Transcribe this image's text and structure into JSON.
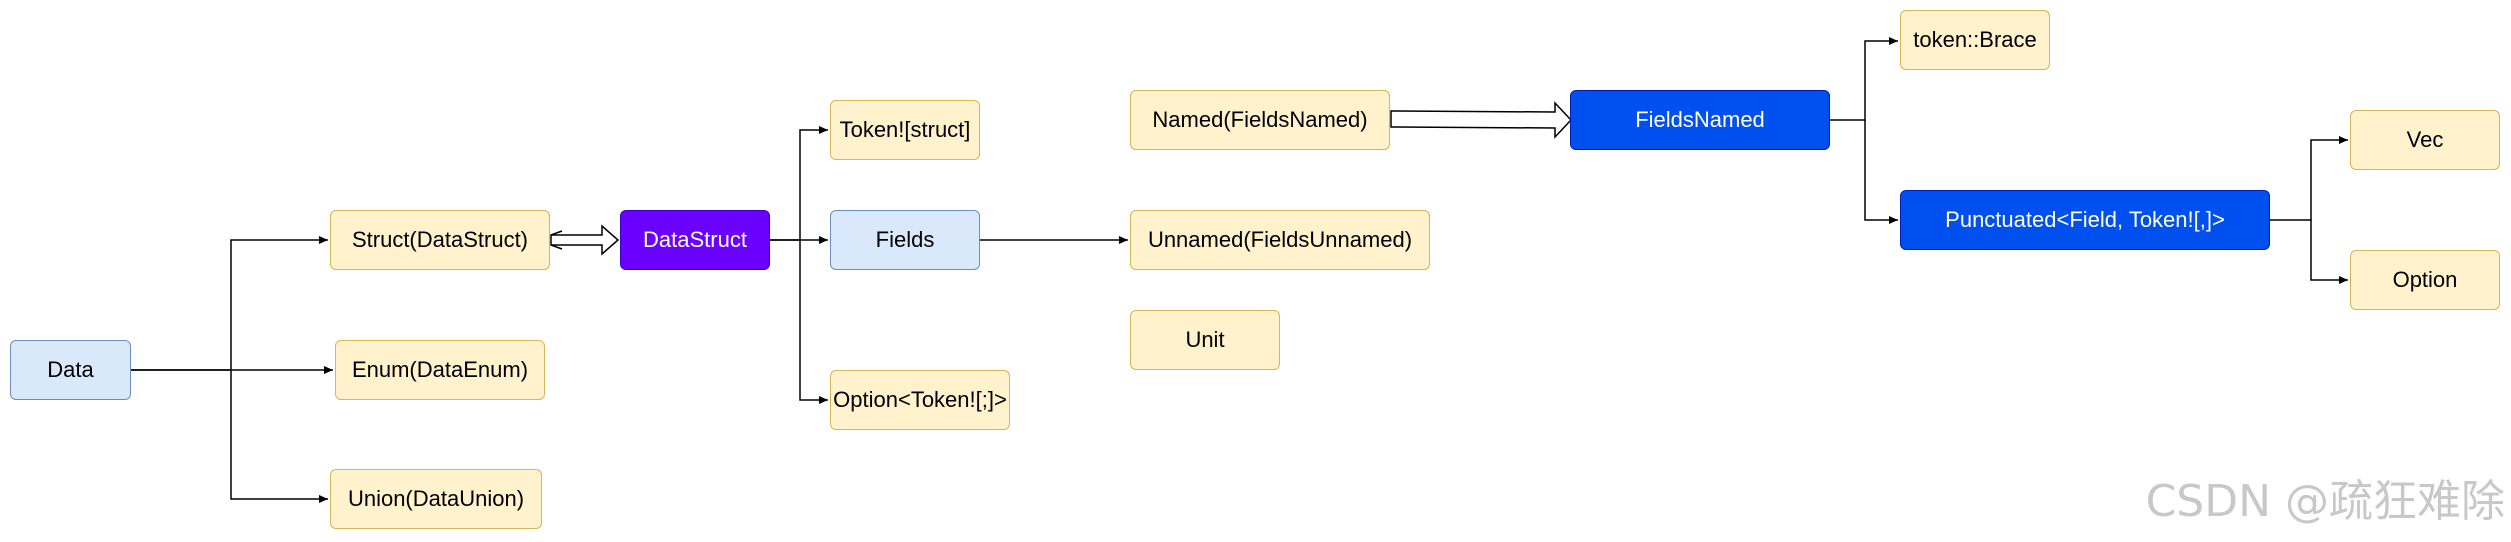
{
  "nodes": {
    "data": "Data",
    "struct": "Struct(DataStruct)",
    "enum": "Enum(DataEnum)",
    "union": "Union(DataUnion)",
    "datastruct": "DataStruct",
    "token_struct": "Token![struct]",
    "fields": "Fields",
    "option_semi": "Option<Token![;]>",
    "named": "Named(FieldsNamed)",
    "unnamed": "Unnamed(FieldsUnnamed)",
    "unit": "Unit",
    "fieldsnamed": "FieldsNamed",
    "brace": "token::Brace",
    "punctuated": "Punctuated<Field, Token![,]>",
    "vec": "Vec",
    "option": "Option"
  },
  "colors": {
    "yellow_fill": "#fff2cc",
    "blue_fill": "#dae8fc",
    "royal_fill": "#0050ef",
    "purple_fill": "#6a00ff",
    "edge": "#000000"
  },
  "watermark": "CSDN @疏狂难除"
}
